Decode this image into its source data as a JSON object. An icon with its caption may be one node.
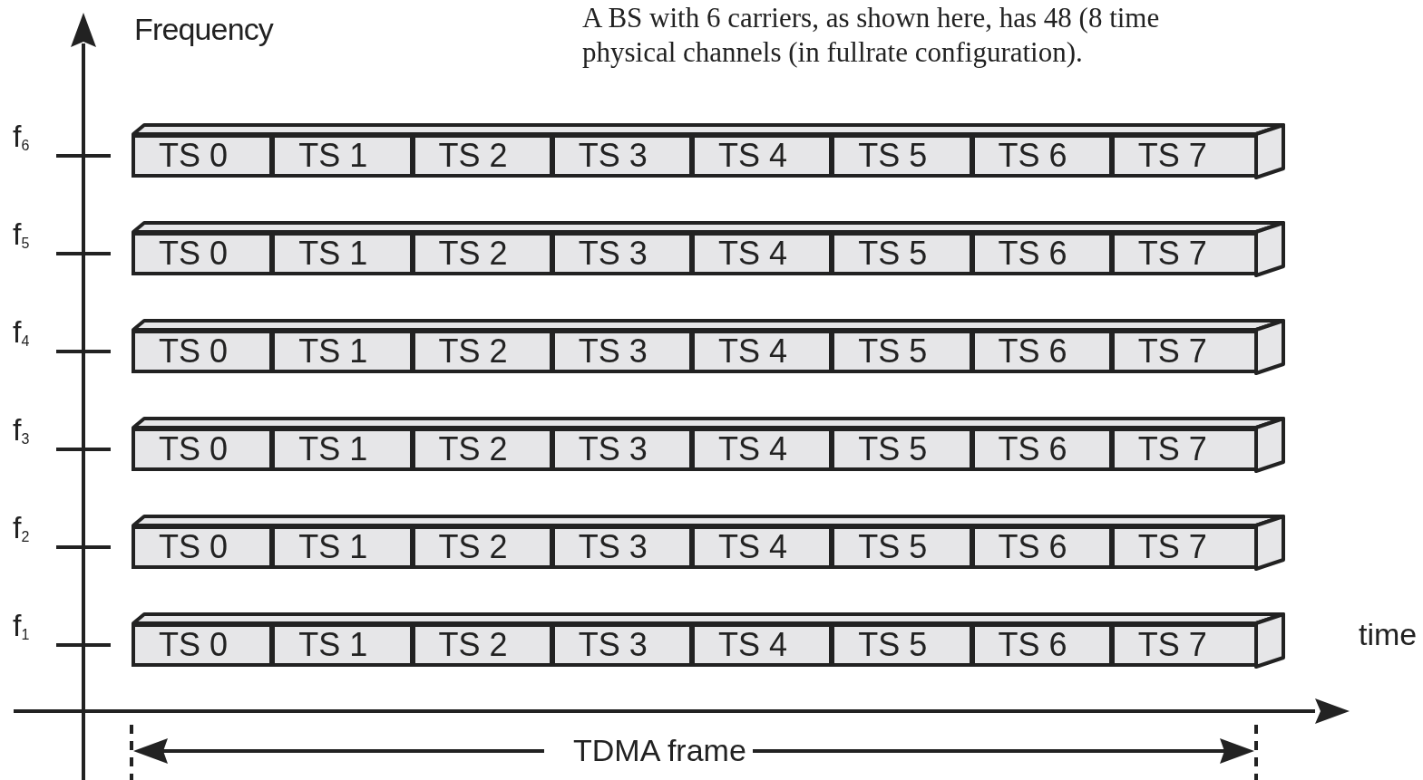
{
  "diagram": {
    "nodes": [
      {
        "text": [],
        "shape": "bar"
      },
      {
        "text": [
          "TS 0"
        ],
        "in": 0
      },
      {
        "text": [
          "TS 1"
        ],
        "in": 0
      },
      {
        "text": [
          "TS 2"
        ],
        "in": 0
      },
      {
        "text": [
          "TS 3"
        ],
        "in": 0
      },
      {
        "text": [
          "TS 4"
        ],
        "in": 0
      },
      {
        "text": [
          "TS 5"
        ],
        "in": 0
      },
      {
        "text": [
          "TS 6"
        ],
        "in": 0
      },
      {
        "text": [
          "TS 7"
        ],
        "in": 0
      },
      {
        "text": [],
        "shape": "bar"
      },
      {
        "text": [
          "TS 0"
        ],
        "in": 9
      },
      {
        "text": [
          "TS 1"
        ],
        "in": 9
      },
      {
        "text": [
          "TS 2"
        ],
        "in": 9
      },
      {
        "text": [
          "TS 3"
        ],
        "in": 9
      },
      {
        "text": [
          "TS 4"
        ],
        "in": 9
      },
      {
        "text": [
          "TS 5"
        ],
        "in": 9
      },
      {
        "text": [
          "TS 6"
        ],
        "in": 9
      },
      {
        "text": [
          "TS 7"
        ],
        "in": 9
      },
      {
        "text": [],
        "shape": "bar"
      },
      {
        "text": [
          "TS 0"
        ],
        "in": 18
      },
      {
        "text": [
          "TS 1"
        ],
        "in": 18
      },
      {
        "text": [
          "TS 2"
        ],
        "in": 18
      },
      {
        "text": [
          "TS 3"
        ],
        "in": 18
      },
      {
        "text": [
          "TS 4"
        ],
        "in": 18
      },
      {
        "text": [
          "TS 5"
        ],
        "in": 18
      },
      {
        "text": [
          "TS 6"
        ],
        "in": 18
      },
      {
        "text": [
          "TS 7"
        ],
        "in": 18
      },
      {
        "text": [],
        "shape": "bar"
      },
      {
        "text": [
          "TS 0"
        ],
        "in": 27
      },
      {
        "text": [
          "TS 1"
        ],
        "in": 27
      },
      {
        "text": [
          "TS 2"
        ],
        "in": 27
      },
      {
        "text": [
          "TS 3"
        ],
        "in": 27
      },
      {
        "text": [
          "TS 4"
        ],
        "in": 27
      },
      {
        "text": [
          "TS 5"
        ],
        "in": 27
      },
      {
        "text": [
          "TS 6"
        ],
        "in": 27
      },
      {
        "text": [
          "TS 7"
        ],
        "in": 27
      },
      {
        "text": [],
        "shape": "bar"
      },
      {
        "text": [
          "TS 0"
        ],
        "in": 36
      },
      {
        "text": [
          "TS 1"
        ],
        "in": 36
      },
      {
        "text": [
          "TS 2"
        ],
        "in": 36
      },
      {
        "text": [
          "TS 3"
        ],
        "in": 36
      },
      {
        "text": [
          "TS 4"
        ],
        "in": 36
      },
      {
        "text": [
          "TS 5"
        ],
        "in": 36
      },
      {
        "text": [
          "TS 6"
        ],
        "in": 36
      },
      {
        "text": [
          "TS 7"
        ],
        "in": 36
      },
      {
        "text": [],
        "shape": "bar"
      },
      {
        "text": [
          "TS 0"
        ],
        "in": 45
      },
      {
        "text": [
          "TS 1"
        ],
        "in": 45
      },
      {
        "text": [
          "TS 2"
        ],
        "in": 45
      },
      {
        "text": [
          "TS 3"
        ],
        "in": 45
      },
      {
        "text": [
          "TS 4"
        ],
        "in": 45
      },
      {
        "text": [
          "TS 5"
        ],
        "in": 45
      },
      {
        "text": [
          "TS 6"
        ],
        "in": 45
      },
      {
        "text": [
          "TS 7"
        ],
        "in": 45
      }
    ],
    "labels": [
      "A BS with 6 carriers, as shown here, has 48 (8 time",
      "physical channels (in fullrate configuration).",
      "Frequency",
      "f$_{6}$",
      "f$_{5}$",
      "f$_{4}$",
      "f$_{3}$",
      "f$_{2}$",
      "f$_{1}$",
      "time",
      "TDMA frame"
    ]
  }
}
